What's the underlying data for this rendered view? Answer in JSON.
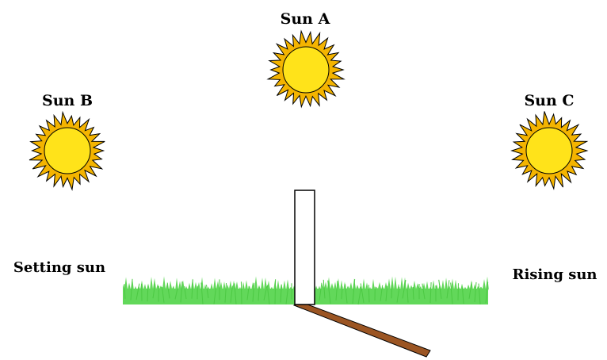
{
  "suns": {
    "a": {
      "label": "Sun A"
    },
    "b": {
      "label": "Sun B"
    },
    "c": {
      "label": "Sun C"
    }
  },
  "horizon": {
    "left_label": "Setting sun",
    "right_label": "Rising sun"
  },
  "colors": {
    "sun_ray": "#F4B400",
    "sun_core": "#FFE31A",
    "sun_outline": "#000000",
    "grass": "#62D85A",
    "grass_dark": "#4CC943",
    "shadow": "#9B5523",
    "stick_fill": "#FFFFFF",
    "stick_outline": "#000000"
  }
}
